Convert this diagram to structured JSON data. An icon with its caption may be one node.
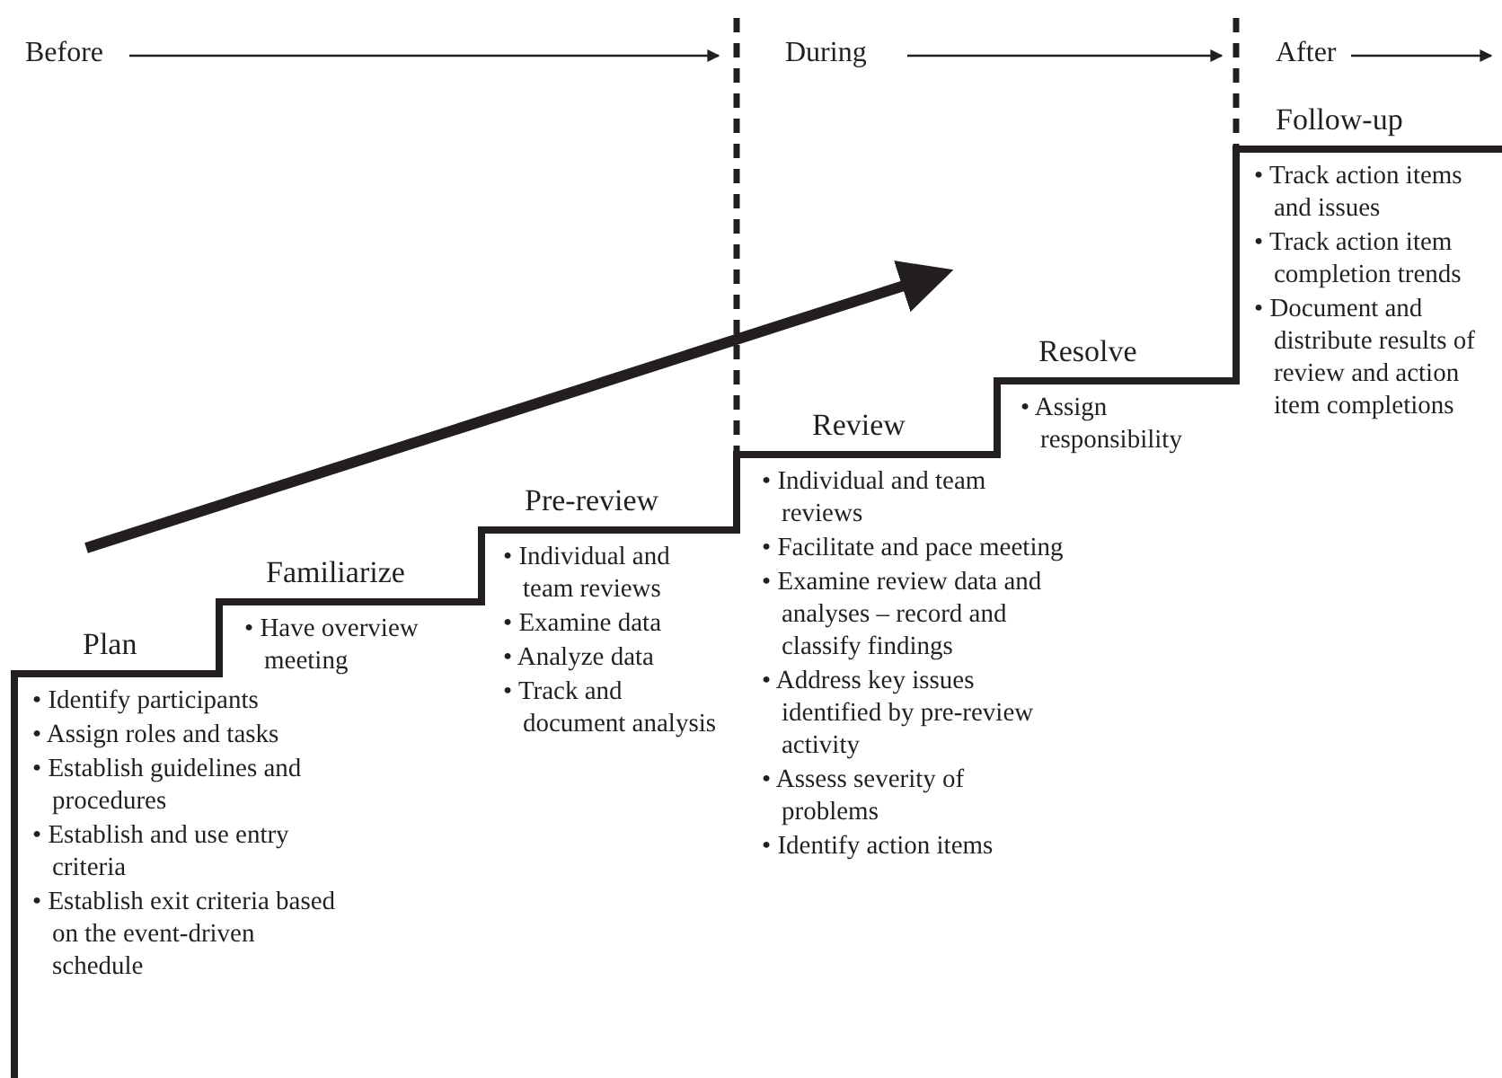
{
  "diagram": {
    "nodes": [
      {
        "text": [
          "Plan",
          "• Identify participants",
          "• Assign roles and tasks",
          "• Establish guidelines and procedures",
          "• Establish and use entry criteria",
          "• Establish exit criteria based on the event-driven schedule"
        ]
      },
      {
        "text": [
          "Familiarize",
          "• Have overview meeting"
        ]
      },
      {
        "text": [
          "Pre-review",
          "• Individual and team reviews",
          "• Examine data",
          "• Analyze data",
          "• Track and document analysis"
        ]
      },
      {
        "text": [
          "Review",
          "• Individual and team reviews",
          "• Facilitate and pace meeting",
          "• Examine review data and analyses – record and classify findings",
          "• Address key issues identified by pre-review activity",
          "• Assess severity of problems",
          "• Identify action items"
        ]
      },
      {
        "text": [
          "Resolve",
          "• Assign responsibility"
        ]
      },
      {
        "text": [
          "Follow-up",
          "• Track action items and issues",
          "• Track action item completion trends",
          "• Document and distribute results of review and action item completions"
        ]
      }
    ],
    "edges": [],
    "labels": [
      "Before",
      "During",
      "After"
    ]
  }
}
